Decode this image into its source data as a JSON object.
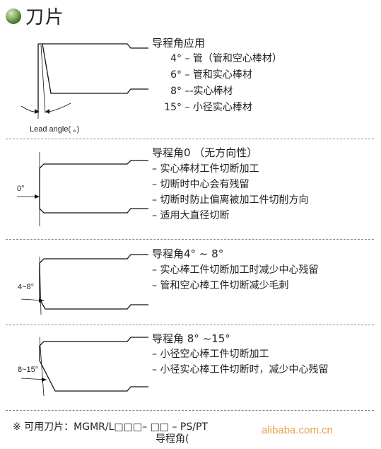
{
  "header": {
    "title": "刀片"
  },
  "sections": [
    {
      "heading": "导程角应用",
      "items": [
        {
          "angle": "4°",
          "text": "– 管（管和空心棒材）"
        },
        {
          "angle": "6°",
          "text": "– 管和实心棒材"
        },
        {
          "angle": "8°",
          "text": "–-实心棒材"
        },
        {
          "angle": "15°",
          "text": "– 小径实心棒材"
        }
      ],
      "diagram_label": "Lead angle( 。)"
    },
    {
      "heading": "导程角0 （无方向性）",
      "items": [
        "– 实心棒材工件切断加工",
        "– 切断时中心会有残留",
        "– 切断时防止偏离被加工件切削方向",
        "– 适用大直径切断"
      ],
      "diagram_label": "0°"
    },
    {
      "heading": "导程角4°  ~ 8°",
      "items": [
        "– 实心棒工件切断加工时减少中心残留",
        "– 管和空心棒工件切断减少毛刺"
      ],
      "diagram_label": "4~8°"
    },
    {
      "heading": "导程角 8°  ~15°",
      "items": [
        "– 小径空心棒工件切断加工",
        "– 小径实心棒工件切断时，减少中心残留"
      ],
      "diagram_label": "8~15°"
    }
  ],
  "footer": {
    "note": "※ 可用刀片：MGMR/L□□□– □□ – PS/PT",
    "note2": "导程角(",
    "watermark": "alibaba.com.cn"
  }
}
